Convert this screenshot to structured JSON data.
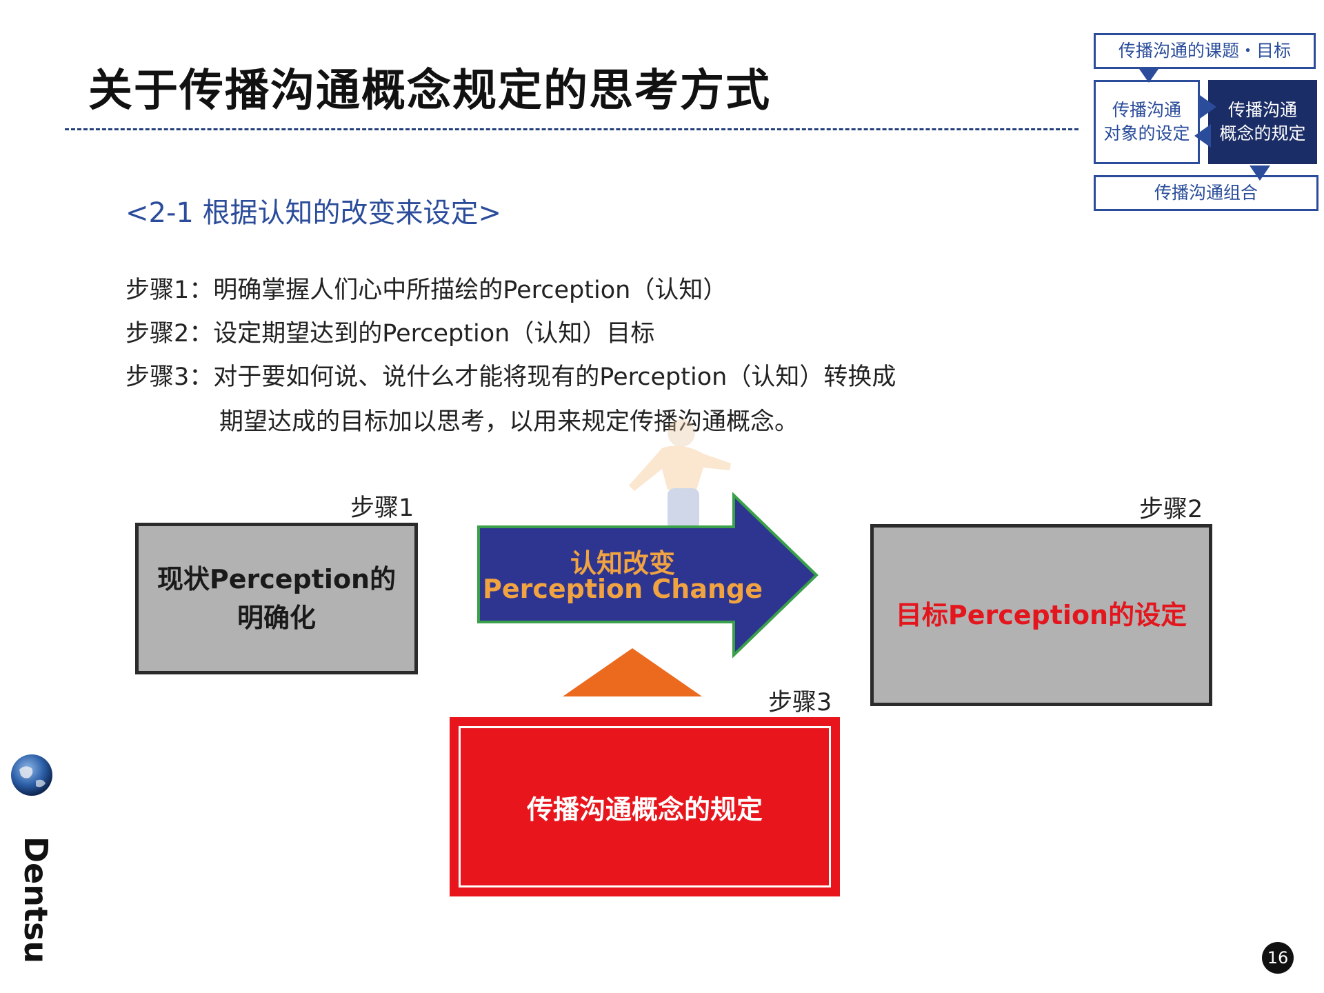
{
  "title": "关于传播沟通概念规定的思考方式",
  "nav": {
    "top": "传播沟通的课题・目标",
    "left_line1": "传播沟通",
    "left_line2": "对象的设定",
    "right_line1": "传播沟通",
    "right_line2": "概念的规定",
    "bottom": "传播沟通组合"
  },
  "subtitle": "<2-1 根据认知的改变来设定>",
  "steps": {
    "step1": "步骤1：明确掌握人们心中所描绘的Perception（认知）",
    "step2": "步骤2：设定期望达到的Perception（认知）目标",
    "step3": "步骤3：对于要如何说、说什么才能将现有的Perception（认知）转换成",
    "step3_cont": "期望达成的目标加以思考，以用来规定传播沟通概念。"
  },
  "diagram": {
    "label_step1": "步骤1",
    "label_step2": "步骤2",
    "label_step3": "步骤3",
    "box_current_line1": "现状Perception的",
    "box_current_line2": "明确化",
    "arrow_cn": "认知改变",
    "arrow_en": "Perception Change",
    "box_target": "目标Perception的设定",
    "box_concept": "传播沟通概念的规定"
  },
  "brand": "Dentsu",
  "page_number": "16",
  "colors": {
    "accent_blue": "#2a4c9a",
    "nav_dark": "#1b2d66",
    "arrow_fill": "#2d3591",
    "arrow_border": "#3aa04a",
    "arrow_text": "#f0a340",
    "concept_red": "#e8161c",
    "target_text_red": "#e3161e",
    "triangle_orange": "#ec6a1e",
    "box_gray": "#b2b2b2"
  }
}
